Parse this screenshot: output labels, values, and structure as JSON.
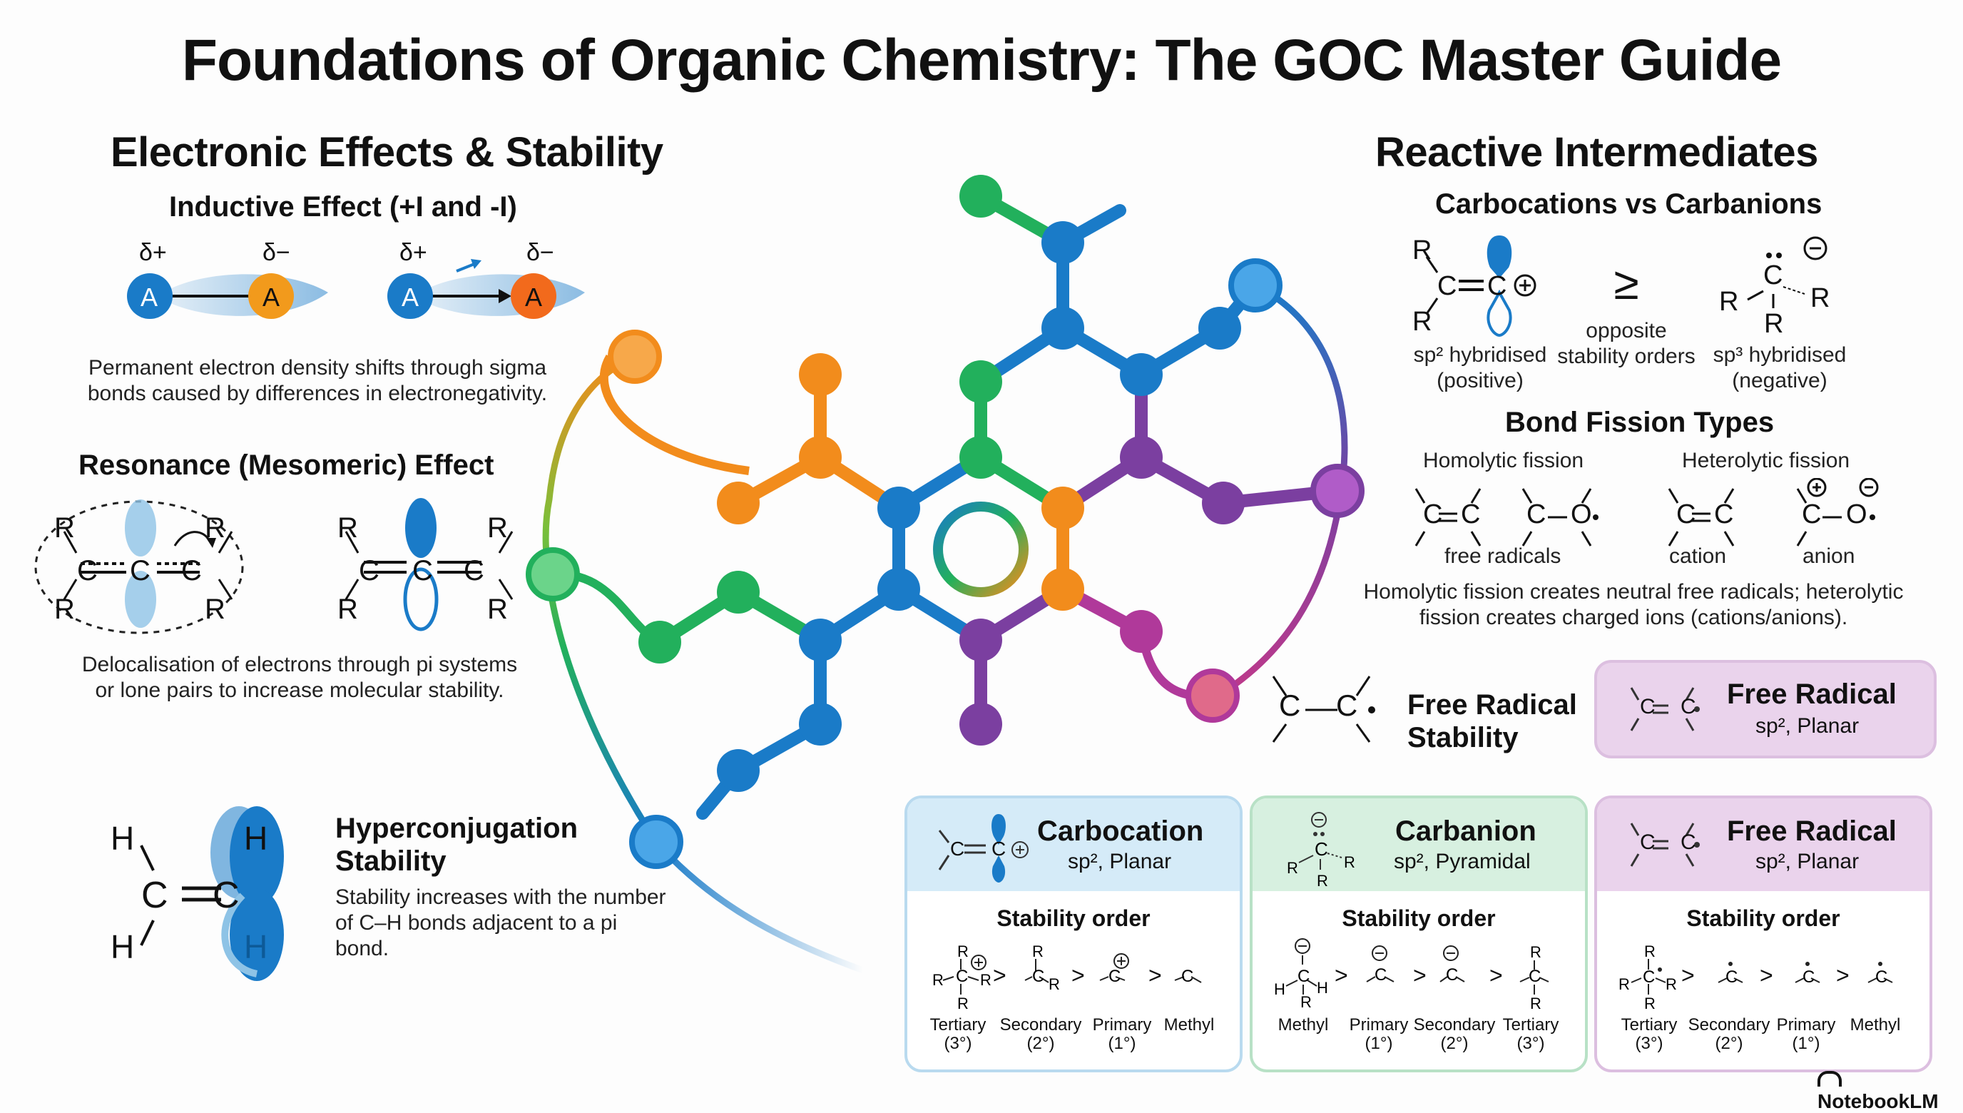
{
  "title": "Foundations of Organic Chemistry: The GOC Master Guide",
  "left": {
    "heading": "Electronic Effects & Stability",
    "inductive": {
      "title": "Inductive Effect (+I and -I)",
      "delta_plus": "δ+",
      "delta_minus": "δ−",
      "atom": "A",
      "text": [
        "Permanent electron density shifts through sigma",
        "bonds caused by differences in electronegativity."
      ]
    },
    "resonance": {
      "title": "Resonance (Mesomeric) Effect",
      "r": "R",
      "c": "C",
      "text": [
        "Delocalisation of electrons through pi systems",
        "or lone pairs to increase molecular stability."
      ]
    },
    "hyper": {
      "title": [
        "Hyperconjugation",
        "Stability"
      ],
      "h": "H",
      "c": "C",
      "text": [
        "Stability increases with the number",
        "of C–H bonds adjacent to a pi",
        "bond."
      ]
    }
  },
  "right": {
    "heading": "Reactive Intermediates",
    "cvc": {
      "title": "Carbocations vs Carbanions",
      "r": "R",
      "c": "C",
      "left_label": [
        "sp² hybridised",
        "(positive)"
      ],
      "middle_symbol": "≥",
      "middle_label": [
        "opposite",
        "stability orders"
      ],
      "right_label": [
        "sp³ hybridised",
        "(negative)"
      ]
    },
    "fission": {
      "title": "Bond Fission Types",
      "homolytic": "Homolytic fission",
      "heterolytic": "Heterolytic fission",
      "free_radicals": "free radicals",
      "cation": "cation",
      "anion": "anion",
      "text": [
        "Homolytic fission creates neutral free radicals; heterolytic",
        "fission creates charged ions (cations/anions)."
      ]
    },
    "frs": {
      "title": [
        "Free Radical",
        "Stability"
      ],
      "c": "C"
    },
    "fr_badge": {
      "name": "Free Radical",
      "sub": "sp², Planar"
    }
  },
  "cards": [
    {
      "name": "Carbocation",
      "sub": "sp², Planar",
      "order_title": "Stability order",
      "labels": [
        [
          "Tertiary",
          "(3°)"
        ],
        [
          "Secondary",
          "(2°)"
        ],
        [
          "Primary",
          "(1°)"
        ],
        [
          "Methyl",
          ""
        ]
      ]
    },
    {
      "name": "Carbanion",
      "sub": "sp², Pyramidal",
      "order_title": "Stability order",
      "labels": [
        [
          "Methyl",
          ""
        ],
        [
          "Primary",
          "(1°)"
        ],
        [
          "Secondary",
          "(2°)"
        ],
        [
          "Tertiary",
          "(3°)"
        ]
      ]
    },
    {
      "name": "Free Radical",
      "sub": "sp², Planar",
      "order_title": "Stability order",
      "labels": [
        [
          "Tertiary",
          "(3°)"
        ],
        [
          "Secondary",
          "(2°)"
        ],
        [
          "Primary",
          "(1°)"
        ],
        [
          "Methyl",
          ""
        ]
      ]
    }
  ],
  "gt_symbol": ">",
  "brand": "NotebookLM",
  "colors": {
    "blue": "#1a7bc8",
    "orange": "#f28c1c",
    "green": "#22b05c",
    "purple": "#7b3fa0",
    "magenta": "#b0399a",
    "card_blue_bg": "#d5ebf8",
    "card_green_bg": "#d7f0e0",
    "card_purple_bg": "#ead3ec"
  }
}
